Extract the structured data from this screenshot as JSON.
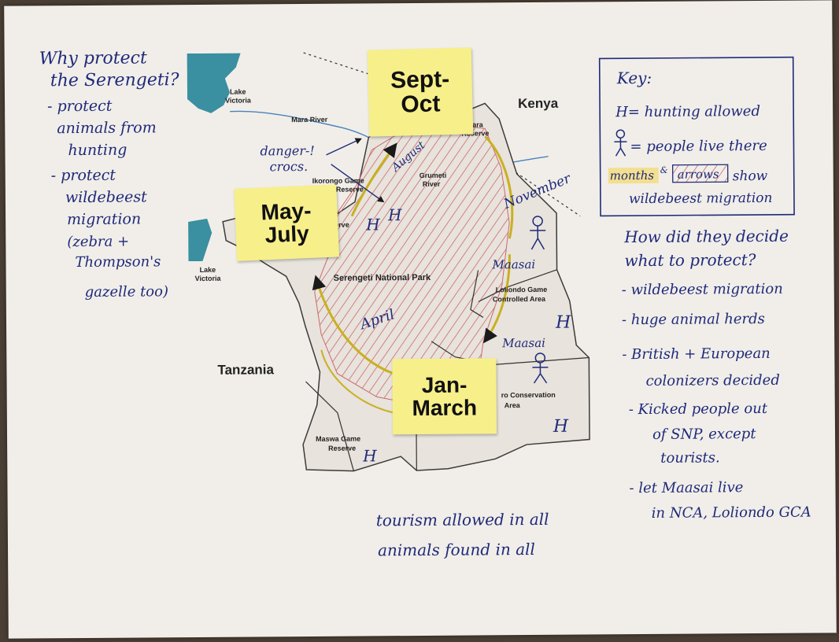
{
  "notes_left": {
    "question": [
      "Why protect",
      "the Serengeti?"
    ],
    "answers": [
      "- protect",
      "animals from",
      "hunting",
      "- protect",
      "wildebeest",
      "migration",
      "(zebra +",
      "Thompson's",
      "gazelle too)"
    ]
  },
  "map": {
    "kenya": "Kenya",
    "tanzania": "Tanzania",
    "lake_victoria_top": [
      "Lake",
      "Victoria"
    ],
    "lake_victoria_left": [
      "Lake",
      "Victoria"
    ],
    "mara_river": "Mara River",
    "mara_reserve": [
      "ara",
      "Reserve"
    ],
    "grumeti_river": [
      "Grumeti",
      "River"
    ],
    "ikorongo": [
      "Ikorongo Game",
      "Reserve"
    ],
    "reserve_partial": "erve",
    "snp": "Serengeti National Park",
    "loliondo": [
      "Loliondo Game",
      "Controlled Area"
    ],
    "ngorongoro": [
      "ro Conservation",
      "Area"
    ],
    "maswa": [
      "Maswa Game",
      "Reserve"
    ]
  },
  "annotations": {
    "danger": [
      "danger-!",
      "crocs."
    ],
    "august": "August",
    "november": "November",
    "april": "April",
    "maasai_1": "Maasai",
    "maasai_2": "Maasai",
    "hunting_mark": "H"
  },
  "stickies": {
    "sept_oct": "Sept-\nOct",
    "may_july": "May-\nJuly",
    "jan_march": "Jan-\nMarch"
  },
  "key": {
    "title": "Key:",
    "line1": "H= hunting allowed",
    "line2": "= people live there",
    "months_word": "months",
    "amp": "&",
    "arrows_word": "arrows",
    "show_word": "show",
    "line4": "wildebeest migration"
  },
  "notes_right": {
    "question": [
      "How did they decide",
      "what to protect?"
    ],
    "answers": [
      "- wildebeest migration",
      "- huge animal herds",
      "- British + European",
      "colonizers decided",
      "- Kicked people out",
      "of SNP, except",
      "tourists.",
      "- let Maasai live",
      "in NCA, Loliondo GCA"
    ]
  },
  "notes_bottom": [
    "tourism allowed in all",
    "animals found in all"
  ],
  "colors": {
    "ink": "#1f2a7a",
    "sticky": "#f7ef8a",
    "water": "#3a8fa0",
    "hatch": "#c96a6a",
    "arrow": "#c9b020"
  }
}
